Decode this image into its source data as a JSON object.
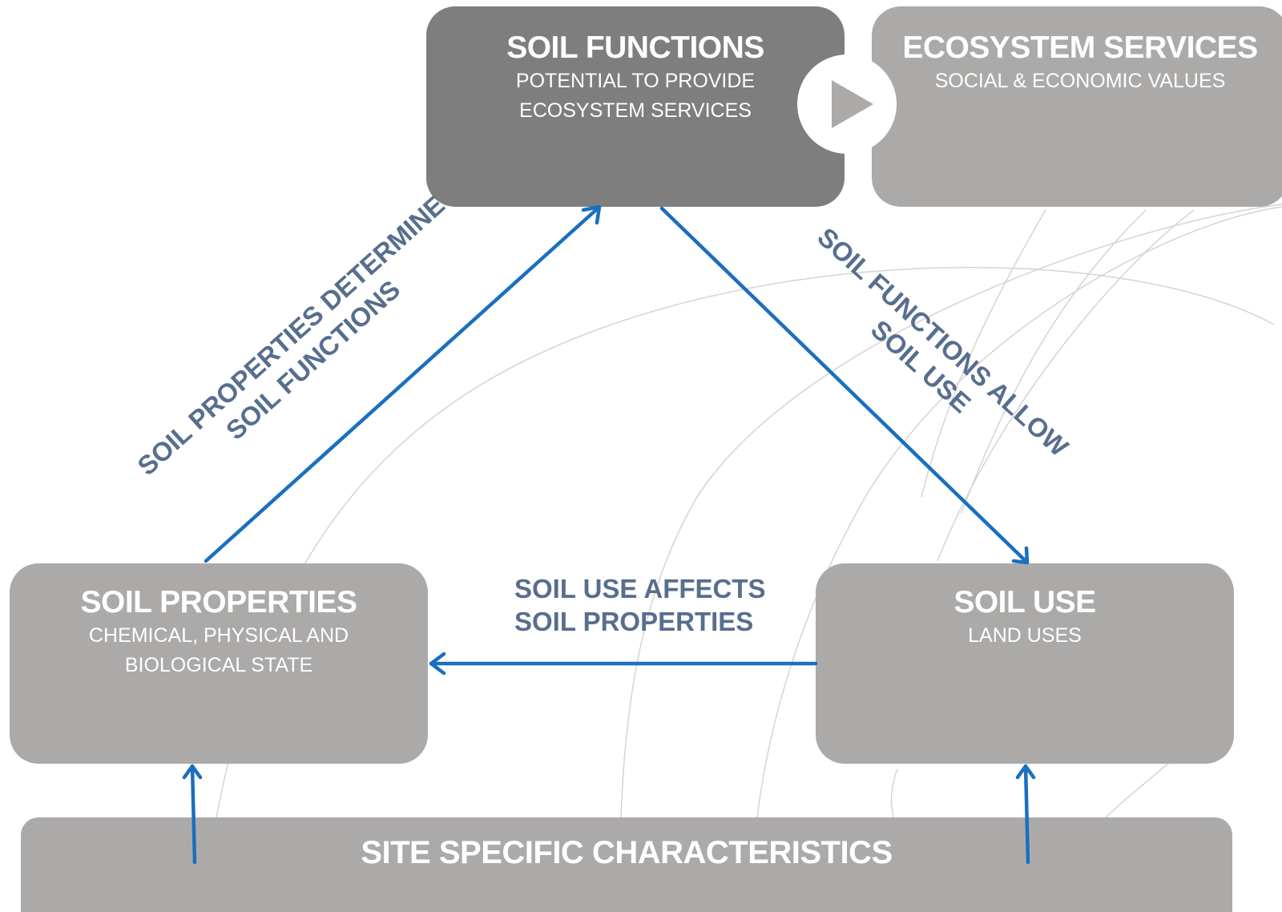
{
  "colors": {
    "box_dark": "#7f7e7e",
    "box_light": "#acaaa9",
    "arrow": "#1a6fbf",
    "label_text": "#586e8e",
    "background_lines": "#d4d4d4"
  },
  "nodes": {
    "soil_functions": {
      "title": "SOIL FUNCTIONS",
      "subtitle_1": "POTENTIAL TO PROVIDE",
      "subtitle_2": "ECOSYSTEM SERVICES"
    },
    "ecosystem_services": {
      "title": "ECOSYSTEM SERVICES",
      "subtitle_1": "SOCIAL & ECONOMIC VALUES"
    },
    "soil_properties": {
      "title": "SOIL PROPERTIES",
      "subtitle_1": "CHEMICAL, PHYSICAL AND",
      "subtitle_2": "BIOLOGICAL STATE"
    },
    "soil_use": {
      "title": "SOIL USE",
      "subtitle_1": "LAND USES"
    },
    "site_specific": {
      "title": "SITE SPECIFIC CHARACTERISTICS"
    }
  },
  "edges": {
    "properties_to_functions": {
      "line_1": "SOIL PROPERTIES DETERMINE",
      "line_2": "SOIL FUNCTIONS"
    },
    "functions_to_use": {
      "line_1": "SOIL FUNCTIONS ALLOW",
      "line_2": "SOIL USE"
    },
    "use_to_properties": {
      "line_1": "SOIL USE AFFECTS",
      "line_2": "SOIL PROPERTIES"
    }
  },
  "icons": {
    "services_connector": "play-icon"
  }
}
